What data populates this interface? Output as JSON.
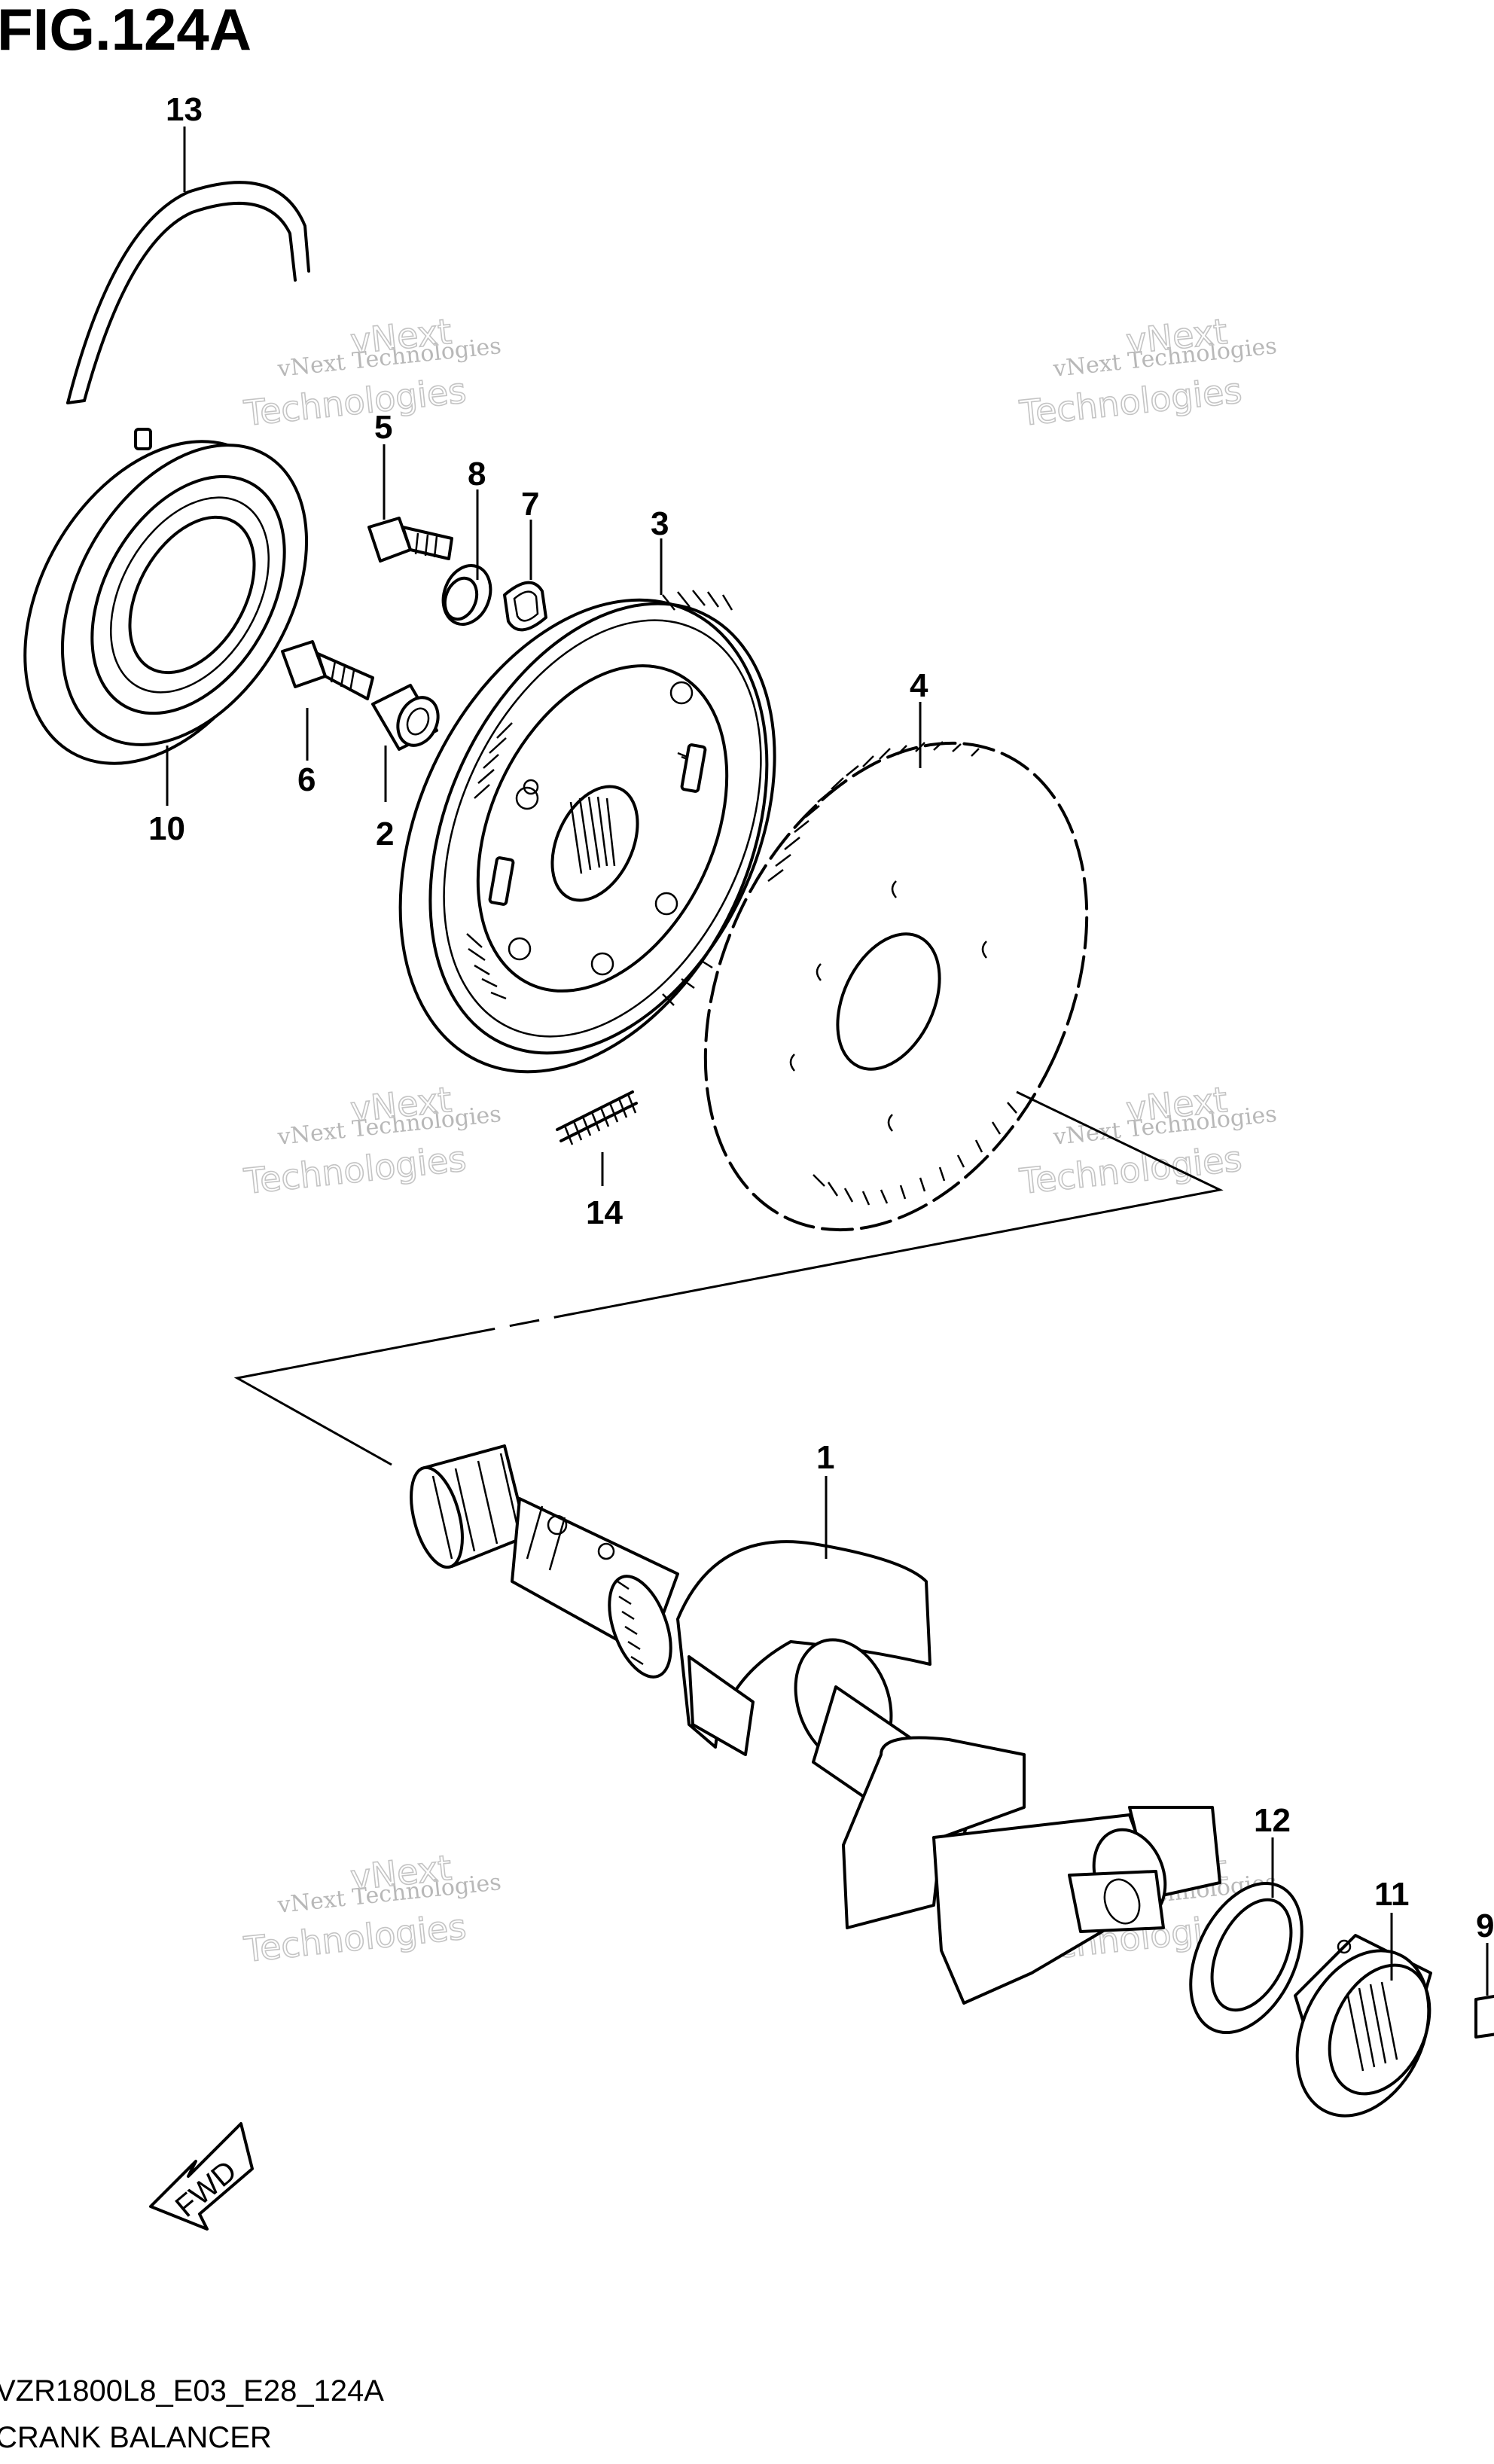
{
  "header": {
    "title": "FIG.124A"
  },
  "footer": {
    "code": "VZR1800L8_E03_E28_124A",
    "name": "CRANK BALANCER"
  },
  "watermark": {
    "line1": "vNext Technologies",
    "line2": "vNext",
    "line3": "Technologies"
  },
  "fwd_label": "FWD",
  "callouts": [
    "1",
    "2",
    "3",
    "4",
    "5",
    "6",
    "7",
    "8",
    "9",
    "10",
    "11",
    "12",
    "13",
    "14"
  ],
  "colors": {
    "ink": "#000000",
    "watermark": "#b8b8b8",
    "background": "#ffffff"
  }
}
